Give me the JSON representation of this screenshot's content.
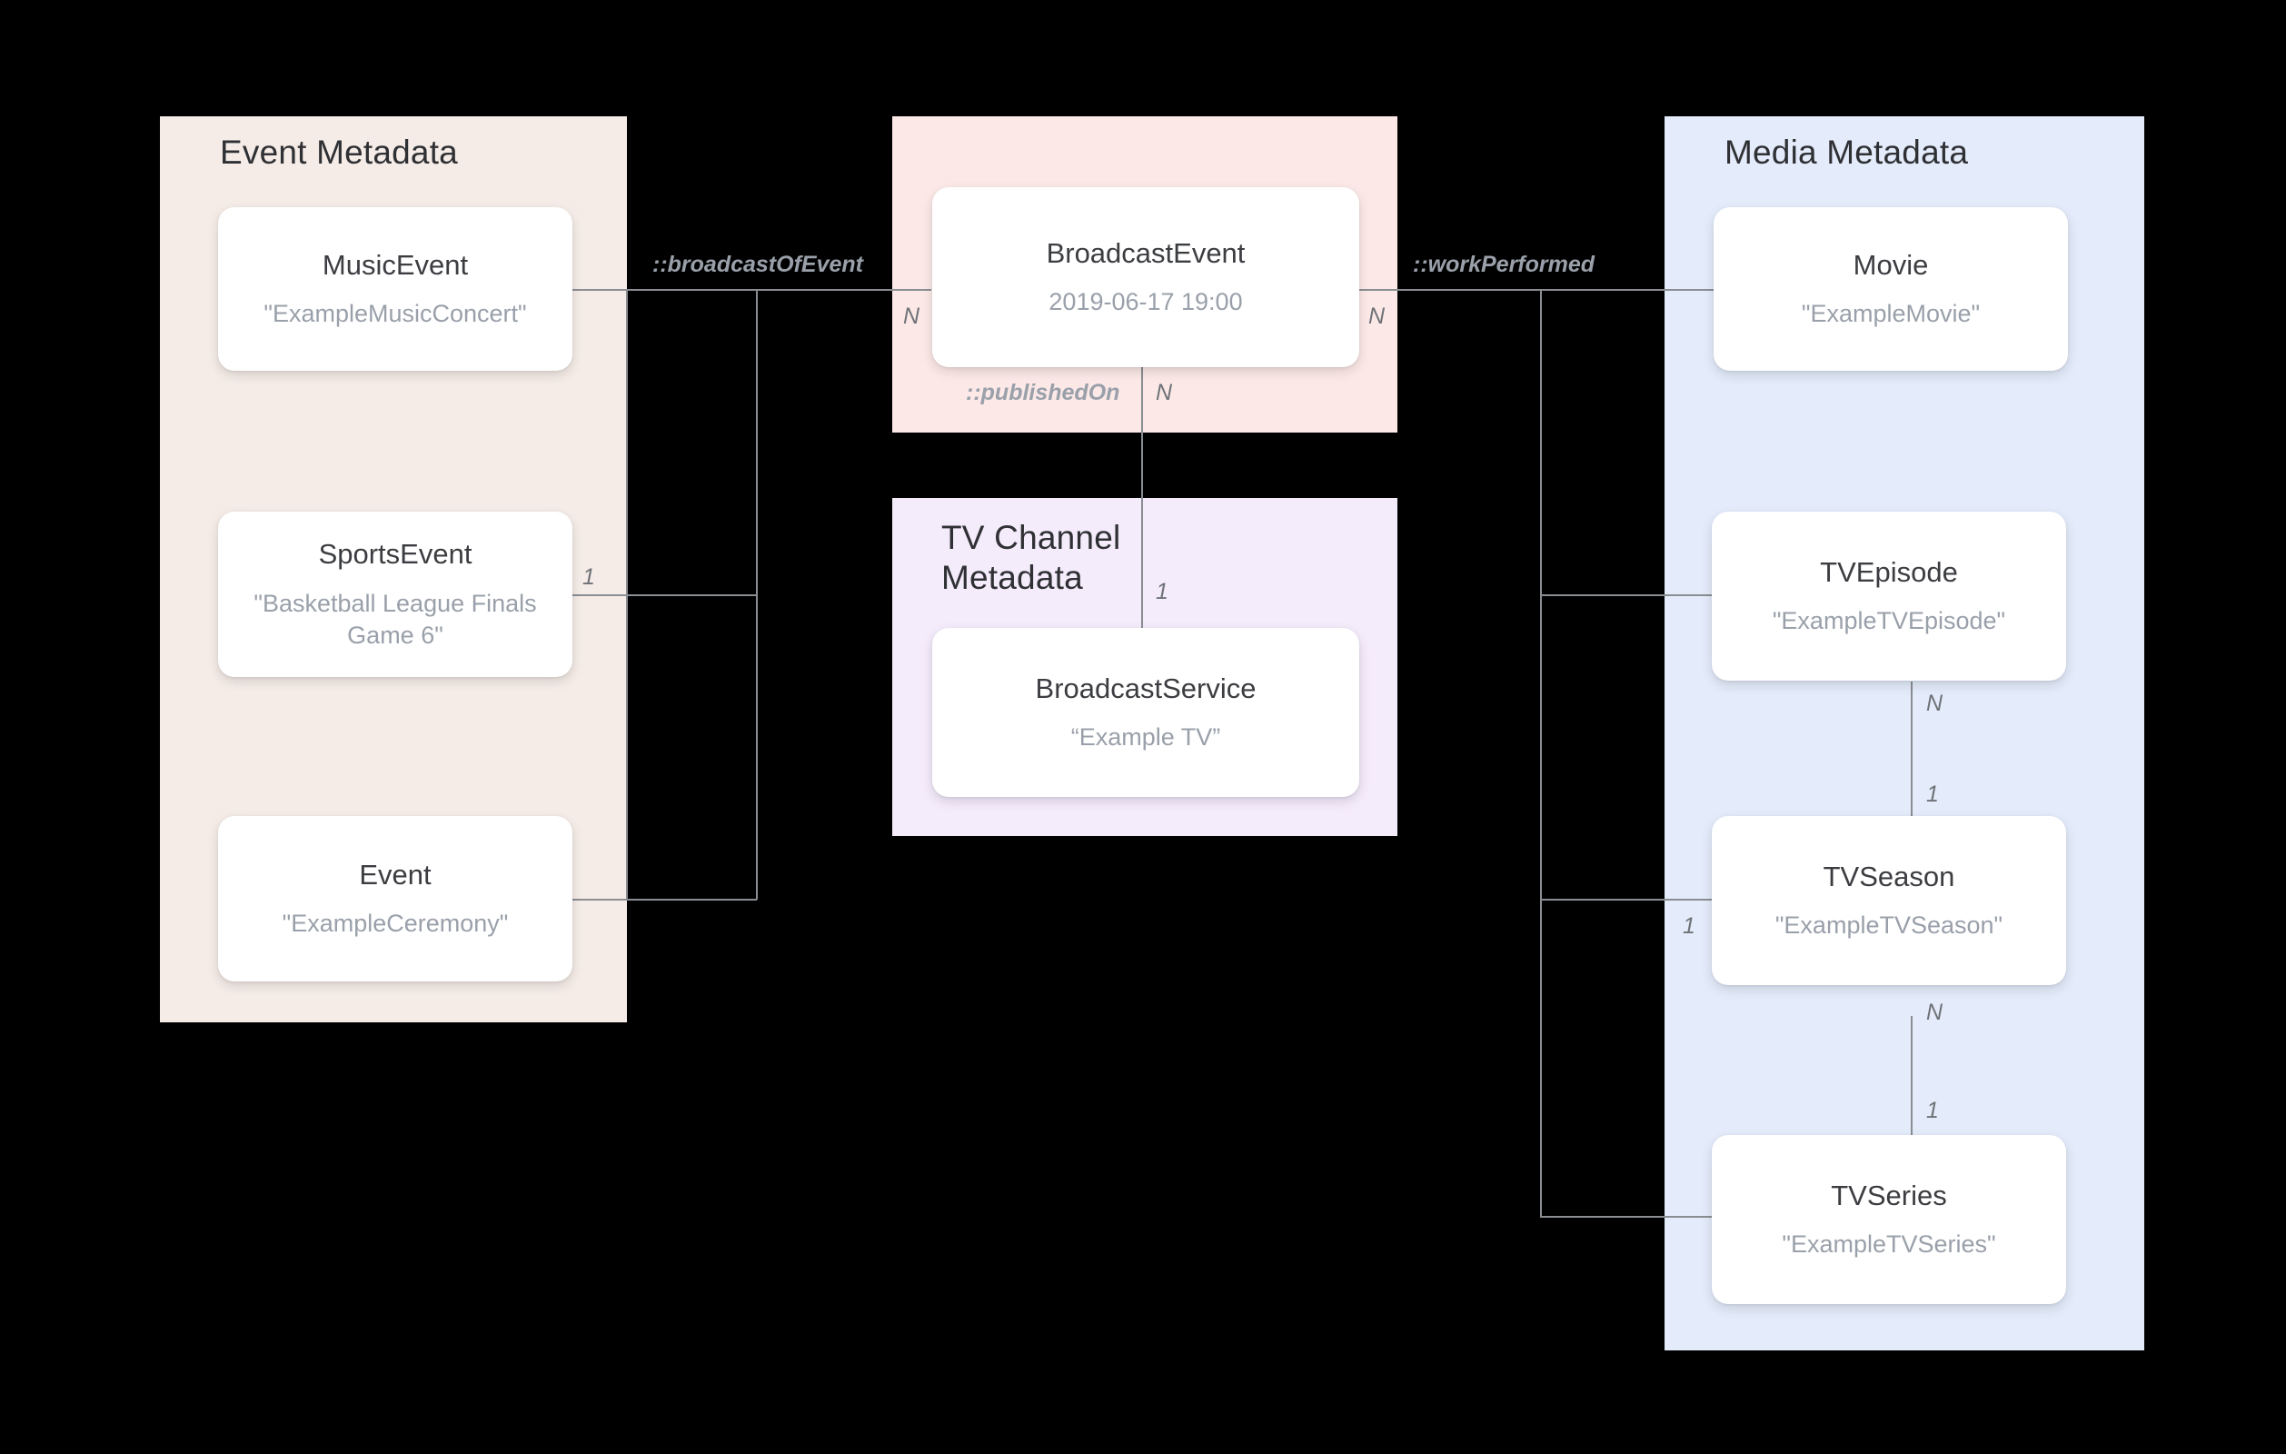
{
  "diagram": {
    "title": "Broadcast / Media metadata entity relationship diagram",
    "background": "#000000",
    "line_color": "#8a8d92"
  },
  "panels": [
    {
      "key": "event_metadata",
      "title": "Event Metadata",
      "color": "#f5ece7"
    },
    {
      "key": "broadcast_event",
      "title": "",
      "color": "#fce9e7"
    },
    {
      "key": "tv_channel_metadata",
      "title": "TV Channel\nMetadata",
      "color": "#f4ebfb"
    },
    {
      "key": "media_metadata",
      "title": "Media Metadata",
      "color": "#e4ecfb"
    }
  ],
  "cards": {
    "music_event": {
      "title": "MusicEvent",
      "value": "\"ExampleMusicConcert\""
    },
    "sports_event": {
      "title": "SportsEvent",
      "value": "\"Basketball League Finals Game 6\""
    },
    "event": {
      "title": "Event",
      "value": "\"ExampleCeremony\""
    },
    "broadcast_event": {
      "title": "BroadcastEvent",
      "value": "2019-06-17 19:00"
    },
    "broadcast_service": {
      "title": "BroadcastService",
      "value": "“Example TV”"
    },
    "movie": {
      "title": "Movie",
      "value": "\"ExampleMovie\""
    },
    "tv_episode": {
      "title": "TVEpisode",
      "value": "\"ExampleTVEpisode\""
    },
    "tv_season": {
      "title": "TVSeason",
      "value": "\"ExampleTVSeason\""
    },
    "tv_series": {
      "title": "TVSeries",
      "value": "\"ExampleTVSeries\""
    }
  },
  "relationships": [
    {
      "key": "broadcast_of_event",
      "label": "::broadcastOfEvent",
      "from": "BroadcastEvent",
      "to": "Event Metadata",
      "from_cardinality": "N",
      "to_cardinality": "1"
    },
    {
      "key": "published_on",
      "label": "::publishedOn",
      "from": "BroadcastEvent",
      "to": "BroadcastService",
      "from_cardinality": "N",
      "to_cardinality": "1"
    },
    {
      "key": "work_performed",
      "label": "::workPerformed",
      "from": "BroadcastEvent",
      "to": "Media Metadata",
      "from_cardinality": "N",
      "to_cardinality": "1"
    },
    {
      "key": "episode_in_season",
      "label": "",
      "from": "TVEpisode",
      "to": "TVSeason",
      "from_cardinality": "N",
      "to_cardinality": "1"
    },
    {
      "key": "season_in_series",
      "label": "",
      "from": "TVSeason",
      "to": "TVSeries",
      "from_cardinality": "N",
      "to_cardinality": "1"
    }
  ],
  "cardinality_markers": {
    "broadcast_event_left_n": "N",
    "broadcast_event_right_n": "N",
    "broadcast_event_bottom_n": "N",
    "sports_event_one": "1",
    "broadcast_service_one": "1",
    "tv_episode_n": "N",
    "tv_season_top_one": "1",
    "tv_season_left_one": "1",
    "tv_season_n": "N",
    "tv_series_one": "1"
  }
}
